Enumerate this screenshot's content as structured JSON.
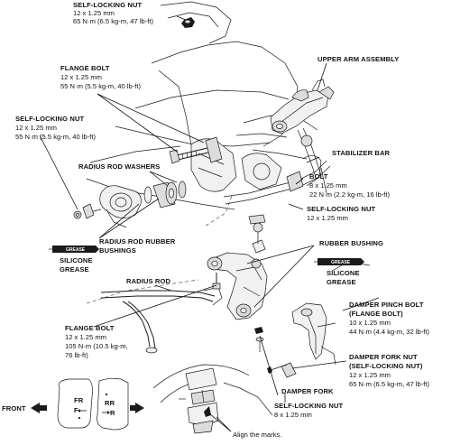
{
  "labels": {
    "self_locking_nut_top": {
      "title": "SELF-LOCKING NUT",
      "size": "12 x 1.25 mm",
      "torque": "65 N·m (6.5 kg-m, 47 lb-ft)"
    },
    "upper_arm_assembly": {
      "title": "UPPER ARM ASSEMBLY"
    },
    "flange_bolt_upper": {
      "title": "FLANGE BOLT",
      "size": "12 x 1.25 mm",
      "torque": "55 N·m (5.5 kg-m, 40 lb-ft)"
    },
    "self_locking_nut_left": {
      "title": "SELF-LOCKING NUT",
      "size": "12 x 1.25 mm",
      "torque": "55 N·m (5.5 kg-m, 40 lb-ft)"
    },
    "stabilizer_bar": {
      "title": "STABILIZER BAR"
    },
    "radius_rod_washers": {
      "title": "RADIUS ROD WASHERS"
    },
    "bolt_8mm": {
      "title": "BOLT",
      "size": "8 x 1.25 mm",
      "torque": "22 N·m (2.2 kg-m, 16 lb-ft)"
    },
    "self_locking_nut_right": {
      "title": "SELF-LOCKING NUT",
      "size": "12 x 1.25 mm"
    },
    "radius_rod_rubber_bushings": {
      "line1": "RADIUS ROD RUBBER",
      "line2": "BUSHINGS"
    },
    "rubber_bushing": {
      "title": "RUBBER BUSHING"
    },
    "silicone_grease_left": {
      "line1": "SILICONE",
      "line2": "GREASE"
    },
    "silicone_grease_right": {
      "line1": "SILICONE",
      "line2": "GREASE"
    },
    "grease_tag": "GREASE",
    "radius_rod": {
      "title": "RADIUS ROD"
    },
    "damper_pinch_bolt": {
      "line1": "DAMPER PINCH BOLT",
      "line2": "(FLANGE BOLT)",
      "size": "10 x 1.25 mm",
      "torque": "44 N·m (4.4 kg-m, 32 lb-ft)"
    },
    "flange_bolt_lower": {
      "title": "FLANGE BOLT",
      "size": "12 x 1.25 mm",
      "torque_line1": "105 N·m (10.5 kg-m,",
      "torque_line2": "76 lb-ft)"
    },
    "damper_fork_nut": {
      "line1": "DAMPER FORK NUT",
      "line2": "(SELF-LOCKING NUT)",
      "size": "12 x 1.25 mm",
      "torque": "65 N·m (6.5 kg-m, 47 lb-ft)"
    },
    "damper_fork": {
      "title": "DAMPER FORK"
    },
    "self_locking_nut_bottom": {
      "title": "SELF-LOCKING NUT",
      "size": "8 x 1.25 mm"
    },
    "front": "FRONT",
    "fr_mark": "FR",
    "f_mark": "F",
    "rr_mark": "RR",
    "r_mark": "R",
    "align_marks": "Align the marks."
  }
}
